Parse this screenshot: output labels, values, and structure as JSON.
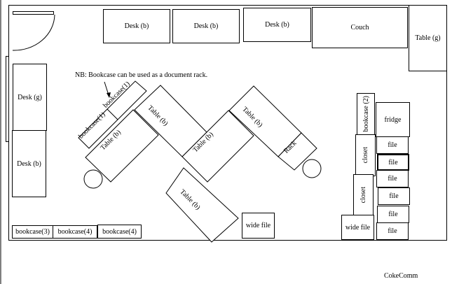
{
  "diagram": {
    "note": "NB:  Bookcase can be used as a document rack.",
    "credit": "CokeComm",
    "furniture": {
      "desk_top_1": "Desk (b)",
      "desk_top_2": "Desk (b)",
      "desk_top_3": "Desk (b)",
      "couch": "Couch",
      "table_g": "Table (g)",
      "desk_g": "Desk (g)",
      "desk_left_b": "Desk (b)",
      "bookcase_3": "bookcase(3)",
      "bookcase_4a": "bookcase(4)",
      "bookcase_4b": "bookcase(4)",
      "bookcase_1a": "bookcase(1)",
      "bookcase_1b": "bookcase(1)",
      "table_left": "Table (b)",
      "table_top_mid": "Table (b)",
      "table_mid": "Table (b)",
      "table_right": "Table (b)",
      "table_bottom": "Table (b)",
      "rack": "Rack",
      "wide_file_center": "wide file",
      "bookcase_2": "bookcase (2)",
      "fridge": "fridge",
      "closet_1": "closet",
      "closet_2": "closet",
      "file_1": "file",
      "file_2": "file",
      "file_3": "file",
      "file_4": "file",
      "file_5": "file",
      "file_6": "file",
      "wide_file_right": "wide file"
    }
  }
}
